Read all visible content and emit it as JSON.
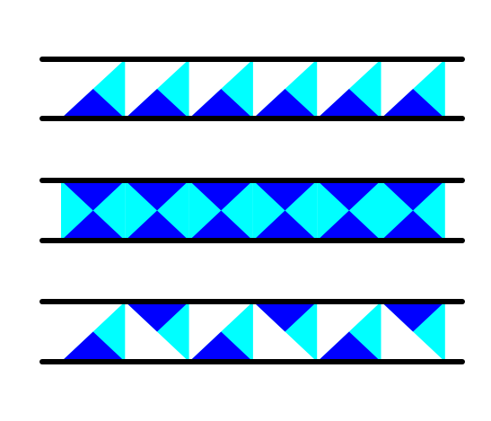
{
  "colors": {
    "background": "#ffffff",
    "rail": "#000000",
    "dark": "#0000ff",
    "light": "#00ffff"
  },
  "bands": [
    {
      "name": "band-top",
      "pattern": "half-square-triangles",
      "tiles": 6
    },
    {
      "name": "band-middle",
      "pattern": "hourglass-diamonds",
      "tiles": 6
    },
    {
      "name": "band-bottom",
      "pattern": "alternating-triangles",
      "tiles": 6
    }
  ]
}
